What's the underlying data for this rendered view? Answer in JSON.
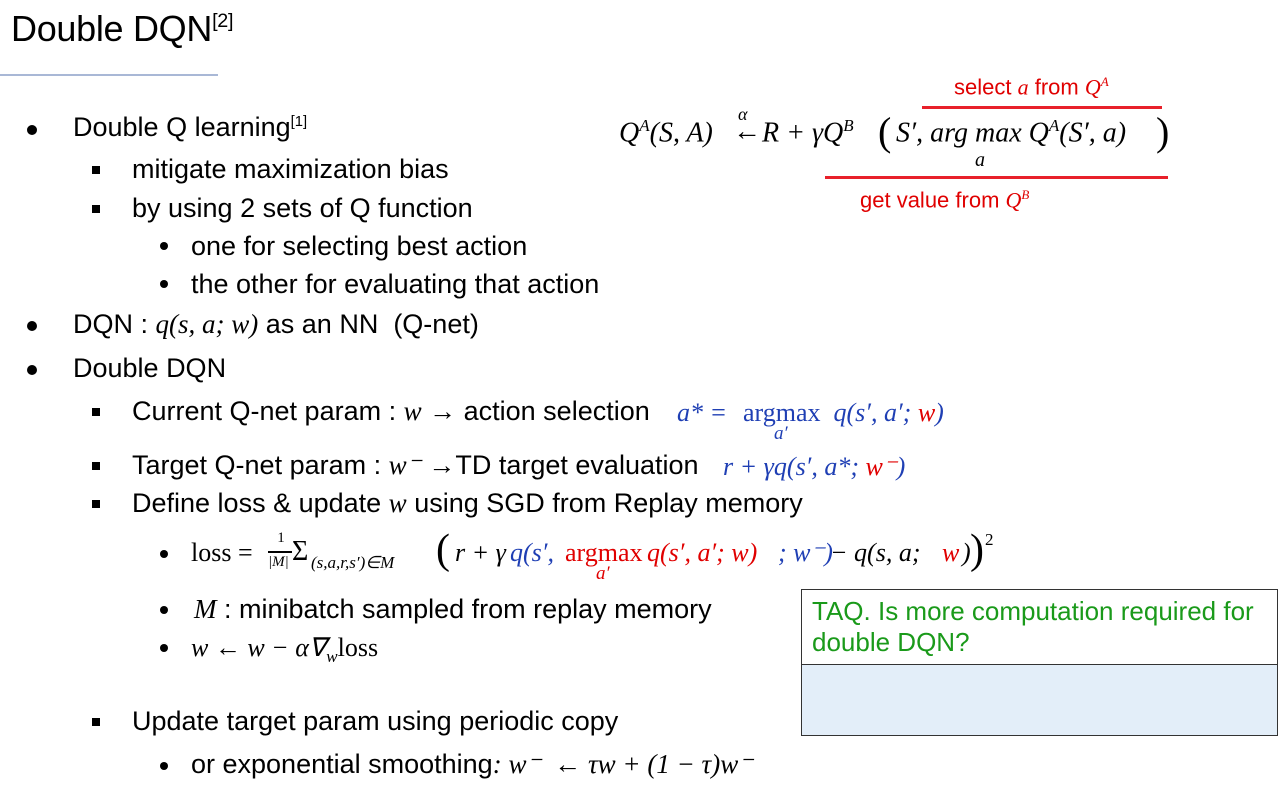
{
  "title": {
    "text": "Double DQN",
    "ref": "[2]"
  },
  "bullets": {
    "double_q": {
      "text": "Double Q learning",
      "ref": "[1]"
    },
    "mitigate": "mitigate maximization bias",
    "two_sets": "by using 2 sets of Q function",
    "selecting": "one for selecting best action",
    "evaluating": "the other for evaluating that action",
    "dqn_prefix": "DQN : ",
    "dqn_math": "q(s, a; w)",
    "dqn_suffix": " as an NN  (Q-net)",
    "double_dqn": "Double DQN",
    "current_prefix": "Current Q-net param : ",
    "current_w": "w",
    "current_suffix": " → action selection",
    "target_prefix": "Target Q-net param : ",
    "target_w": "w⁻",
    "target_suffix": " →TD target evaluation",
    "define_prefix": "Define loss & update ",
    "define_w": "w",
    "define_suffix": " using SGD from Replay memory",
    "minibatch_M": "M",
    "minibatch_text": " : minibatch sampled from replay memory",
    "update_rule": "w ← w − α∇",
    "update_sub": "w",
    "update_tail": "loss",
    "periodic": "Update target param using periodic copy",
    "smoothing_text": "or exponential smoothing",
    "smoothing_math": ": w⁻  ← τw + (1 − τ)w⁻"
  },
  "formula_top": {
    "lhs": "Q",
    "lhs_sup": "A",
    "lhs_args": "(S, A)",
    "arrow_label": "α",
    "arrow": "←",
    "rhs": "R + γQ",
    "rhs_sup": "B",
    "open": "(",
    "args": "S′, arg max Q",
    "args_sup": "A",
    "args_end": "(S′, a)",
    "close": ")",
    "argmax_sub": "a",
    "select_label": "select ",
    "select_a": "a",
    "select_from": " from ",
    "select_Q": "Q",
    "select_Q_sup": "A",
    "value_label": "get value from ",
    "value_Q": "Q",
    "value_Q_sup": "B"
  },
  "formula_astar": {
    "lhs": "a* =",
    "argmax": "argmax",
    "sub": "a′",
    "body": " q(s′, a′; ",
    "w": "w",
    "end": ")"
  },
  "formula_target": {
    "body": "r + γq(s′, a*; ",
    "w": "w⁻",
    "end": ")"
  },
  "loss": {
    "label": "loss =",
    "frac_num": "1",
    "frac_den": "|M|",
    "sum": "Σ",
    "sum_sub": "(s,a,r,s′)∈M",
    "open": "(",
    "r_gamma": "r + γ",
    "q_open": "q(s′, ",
    "argmax": "argmax",
    "argmax_sub": "a′",
    "inner": " q(s′, a′; w)",
    "semi": "; w⁻)",
    "minus": " − q(s, a; ",
    "w": "w",
    "end": ")",
    "close": ")",
    "power": "2"
  },
  "taq": {
    "question": "TAQ. Is more computation required for double DQN?",
    "answer": ""
  },
  "colors": {
    "red": "#e00000",
    "blue": "#1f3fb4",
    "green": "#1a9a1a",
    "answer_bg": "#e3eef9",
    "rule": "#a9b8d6"
  }
}
